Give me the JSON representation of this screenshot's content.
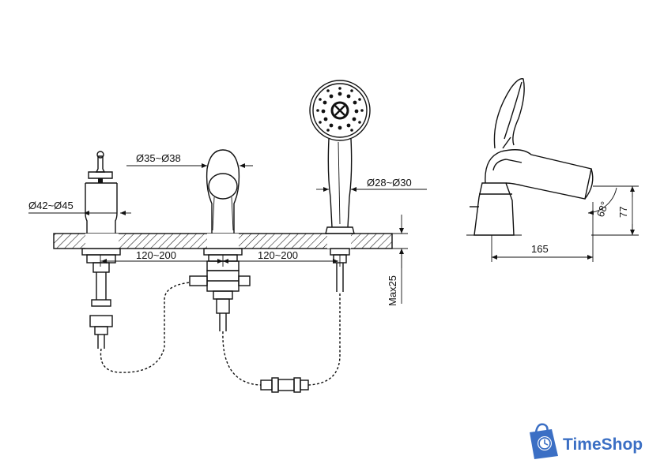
{
  "dimensions": {
    "lever_body_diameter": "Ø42~Ø45",
    "spout_diameter": "Ø35~Ø38",
    "handshower_holder_diameter": "Ø28~Ø30",
    "spacing_left": "120~200",
    "spacing_right": "120~200",
    "max_deck_thickness": "Max25",
    "side_angle": "68°",
    "side_height": "77",
    "side_reach": "165"
  },
  "watermark": {
    "text": "TimeShop",
    "icon": "shopping-bag-clock-icon"
  },
  "colors": {
    "line": "#111111",
    "brand": "#3b6fc4",
    "hatch": "#111111"
  }
}
